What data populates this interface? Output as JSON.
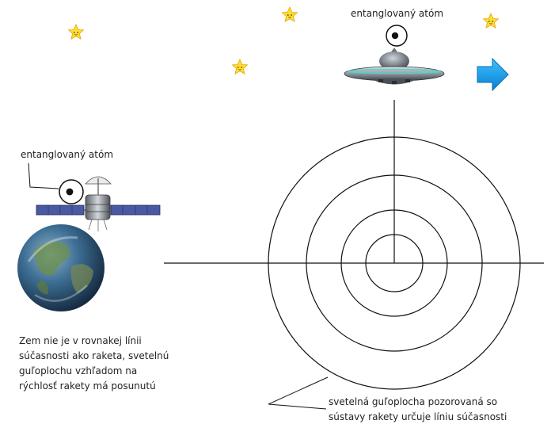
{
  "labels": {
    "atom_rocket": "entanglovaný atóm",
    "atom_satellite": "entanglovaný atóm"
  },
  "earth_note": {
    "lines": [
      "Zem nie je v rovnakej línii",
      "súčasnosti ako raketa, svetelnú",
      "guľoplochu vzhľadom na",
      "rýchlosť rakety má posunutú"
    ]
  },
  "sphere_note": {
    "lines": [
      "svetelná guľoplocha pozorovaná so",
      "sústavy rakety určuje líniu súčasnosti"
    ]
  },
  "icons": {
    "star": "star-icon",
    "arrow": "arrow-right-icon",
    "ufo": "ufo-icon",
    "satellite": "satellite-icon",
    "earth": "earth-icon",
    "atom": "atom-icon"
  },
  "colors": {
    "arrow": "#1aa3ee",
    "star": "#ffdd33",
    "earth_ocean": "#2c5f8c",
    "satellite_panel": "#4a5aa0",
    "line": "#111111"
  }
}
